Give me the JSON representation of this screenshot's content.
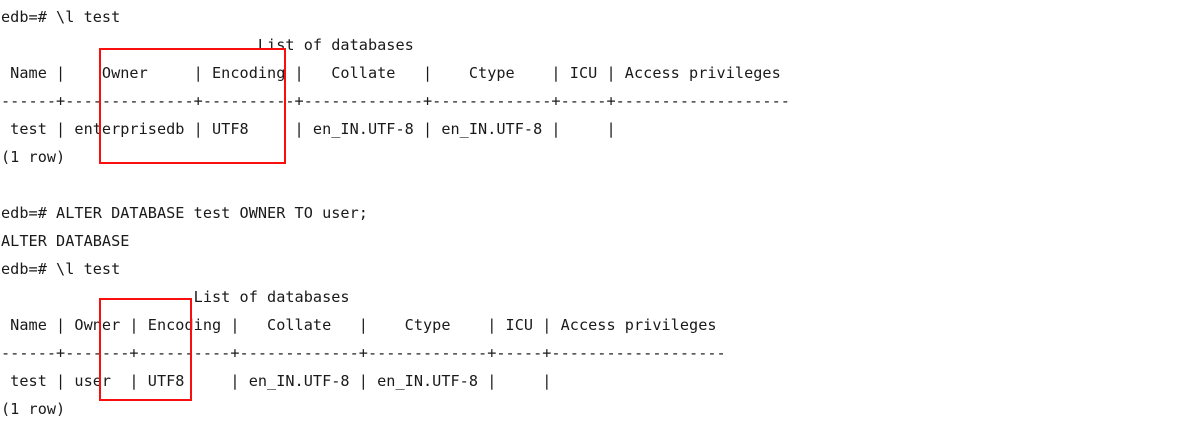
{
  "terminal": {
    "prompt": "edb=#",
    "shell": "psql",
    "colors": {
      "background": "#ffffff",
      "text": "#1a1a1a",
      "annotation": "#fa0f0f"
    },
    "lines": [
      "edb=# \\l test",
      "                            List of databases",
      " Name |    Owner     | Encoding |   Collate   |    Ctype    | ICU | Access privileges",
      "------+--------------+----------+-------------+-------------+-----+-------------------",
      " test | enterprisedb | UTF8     | en_IN.UTF-8 | en_IN.UTF-8 |     |",
      "(1 row)",
      "",
      "edb=# ALTER DATABASE test OWNER TO user;",
      "ALTER DATABASE",
      "edb=# \\l test",
      "                     List of databases",
      " Name | Owner | Encoding |   Collate   |    Ctype    | ICU | Access privileges",
      "------+-------+----------+-------------+-------------+-----+-------------------",
      " test | user  | UTF8     | en_IN.UTF-8 | en_IN.UTF-8 |     |",
      "(1 row)"
    ]
  },
  "commands": {
    "list_databases": "\\l test",
    "alter_owner": "ALTER DATABASE test OWNER TO user;",
    "alter_result": "ALTER DATABASE"
  },
  "tables": [
    {
      "id": "before",
      "title": "List of databases",
      "columns": [
        "Name",
        "Owner",
        "Encoding",
        "Collate",
        "Ctype",
        "ICU",
        "Access privileges"
      ],
      "rows": [
        [
          "test",
          "enterprisedb",
          "UTF8",
          "en_IN.UTF-8",
          "en_IN.UTF-8",
          "",
          ""
        ]
      ],
      "row_count": "(1 row)"
    },
    {
      "id": "after",
      "title": "List of databases",
      "columns": [
        "Name",
        "Owner",
        "Encoding",
        "Collate",
        "Ctype",
        "ICU",
        "Access privileges"
      ],
      "rows": [
        [
          "test",
          "user",
          "UTF8",
          "en_IN.UTF-8",
          "en_IN.UTF-8",
          "",
          ""
        ]
      ],
      "row_count": "(1 row)"
    }
  ],
  "annotations": [
    {
      "name": "owner-column-before",
      "highlights": "Owner column with value enterprisedb"
    },
    {
      "name": "owner-column-after",
      "highlights": "Owner column with value user"
    }
  ]
}
